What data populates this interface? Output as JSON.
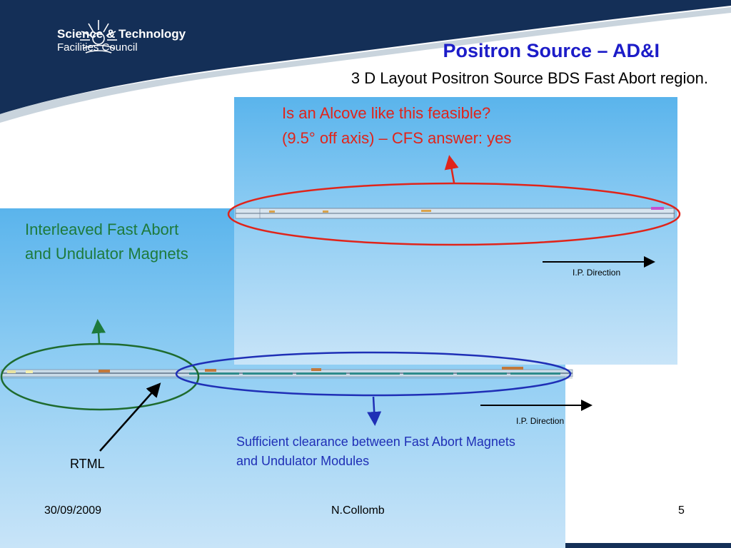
{
  "logo": {
    "line1": "Science & Technology",
    "line2": "Facilities Council",
    "icon": "sunburst-logo-icon"
  },
  "title": "Positron Source – AD&I",
  "subtitle": "3 D Layout Positron Source BDS Fast Abort region.",
  "annotations": {
    "alcove_question": "Is an Alcove like this feasible?",
    "alcove_answer": "(9.5° off axis) – CFS answer: yes",
    "interleaved": "Interleaved Fast Abort and Undulator Magnets",
    "clearance": "Sufficient clearance between Fast Abort Magnets and Undulator Modules",
    "rtml": "RTML",
    "ip_direction_top": "I.P. Direction",
    "ip_direction_bottom": "I.P. Direction"
  },
  "footer": {
    "date": "30/09/2009",
    "author": "N.Collomb",
    "page": "5"
  },
  "colors": {
    "title": "#1c1cc8",
    "header_dark": "#142f57",
    "red_annotation": "#e0241a",
    "green_annotation": "#1e7a3c",
    "blue_annotation": "#1f2fb6",
    "sky_top": "#5ab4ec",
    "sky_bottom": "#c8e4f8"
  }
}
